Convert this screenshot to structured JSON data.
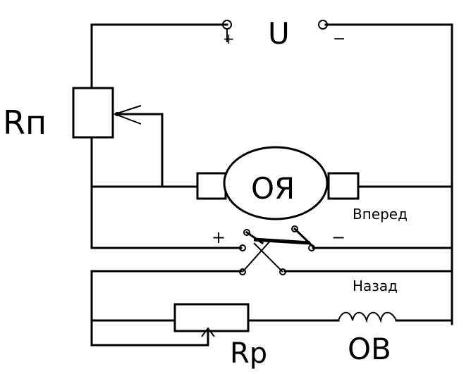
{
  "supply": {
    "voltage_label": "U",
    "plus_sign": "+",
    "minus_sign": "−"
  },
  "rheostat_start": {
    "label": "Rп"
  },
  "armature": {
    "label": "ОЯ"
  },
  "reverse_switch": {
    "forward_label": "Вперед",
    "backward_label": "Назад",
    "plus_sign": "+",
    "minus_sign": "−"
  },
  "field_rheostat": {
    "label": "Rр"
  },
  "field_winding": {
    "label": "ОВ"
  }
}
